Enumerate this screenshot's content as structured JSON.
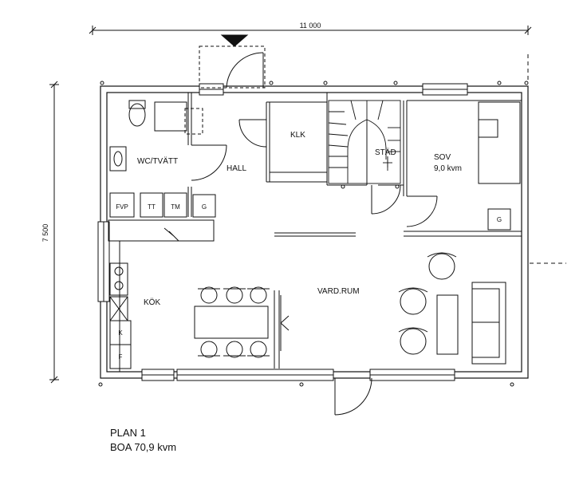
{
  "dimensions": {
    "width": "11 000",
    "height": "7 500"
  },
  "rooms": {
    "wc": "WC/TVÄTT",
    "hall": "HALL",
    "klk": "KLK",
    "stad": "STÄD",
    "sov": "SOV",
    "sov_area": "9,0 kvm",
    "kok": "KÖK",
    "vardrum": "VARD.RUM"
  },
  "fixtures": {
    "fvp": "FVP",
    "tt": "TT",
    "tm": "TM",
    "g": "G",
    "k": "K",
    "f": "F"
  },
  "caption": {
    "plan": "PLAN 1",
    "area": "BOA 70,9 kvm"
  }
}
